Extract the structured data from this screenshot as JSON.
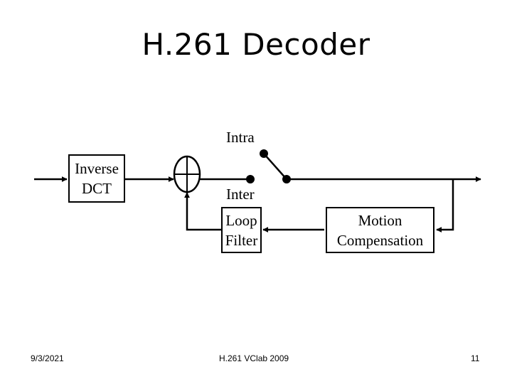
{
  "slide": {
    "title": "H.261 Decoder",
    "blocks": {
      "inverse_dct": "Inverse\nDCT",
      "loop_filter": "Loop\nFilter",
      "motion_compensation": "Motion\nCompensation"
    },
    "switch_labels": {
      "intra": "Intra",
      "inter": "Inter"
    },
    "footer": {
      "date": "9/3/2021",
      "center": "H.261 VClab 2009",
      "page_number": "11"
    }
  }
}
